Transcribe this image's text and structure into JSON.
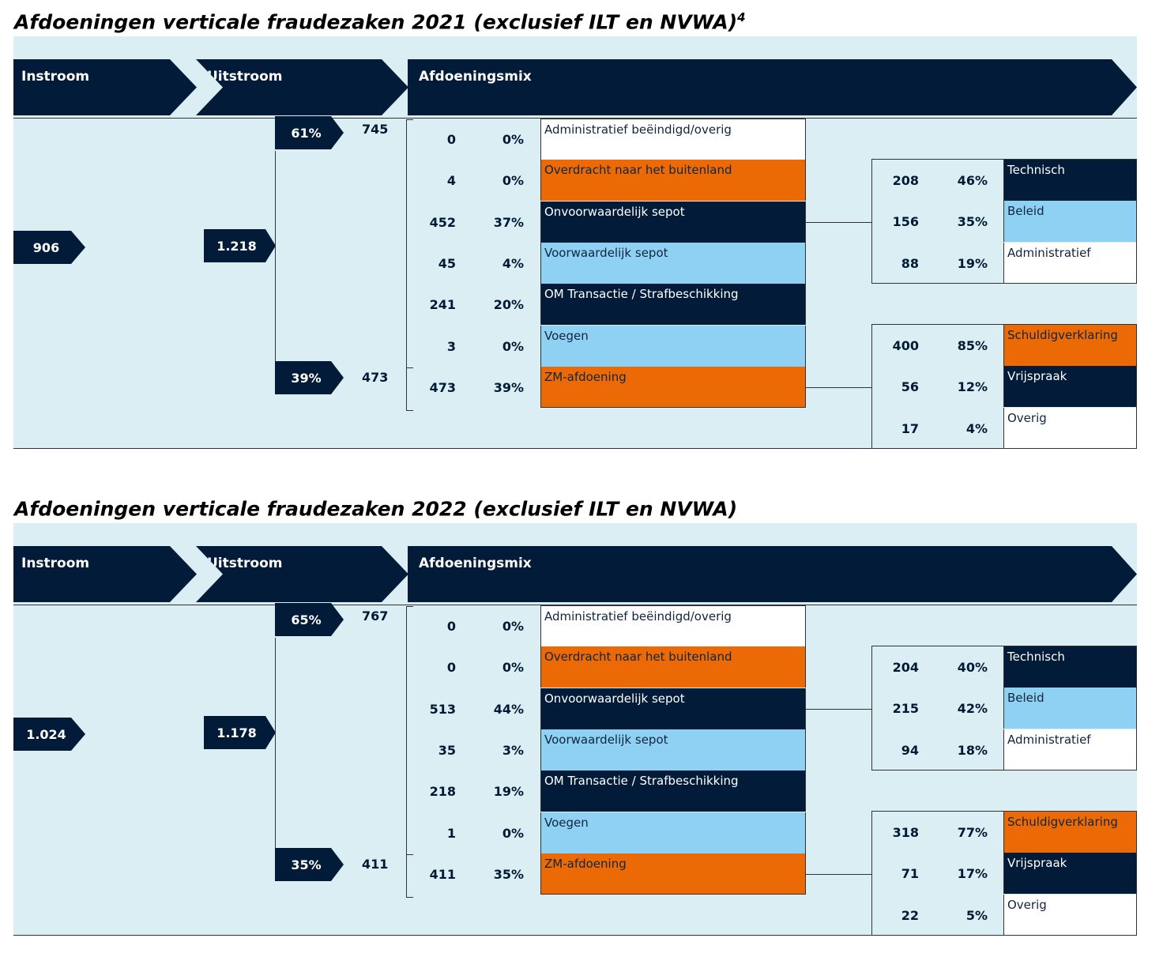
{
  "colors": {
    "dark": "#021b38",
    "orange": "#eb6a06",
    "light": "#8fd1f2",
    "white": "#ffffff",
    "background": "#dbeef4"
  },
  "headers": {
    "instroom": "Instroom",
    "uitstroom": "Uitstroom",
    "afdoeningsmix": "Afdoeningsmix"
  },
  "mix_labels": [
    "Administratief beëindigd/overig",
    "Overdracht naar het buitenland",
    "Onvoorwaardelijk sepot",
    "Voorwaardelijk sepot",
    "OM Transactie / Strafbeschikking",
    "Voegen",
    "ZM-afdoening"
  ],
  "sepot_labels": [
    "Technisch",
    "Beleid",
    "Administratief"
  ],
  "zm_labels": [
    "Schuldigverklaring",
    "Vrijspraak",
    "Overig"
  ],
  "sections": [
    {
      "title": "Afdoeningen verticale fraudezaken 2021 (exclusief ILT en NVWA)",
      "footnote": "4",
      "instroom": "906",
      "uitstroom": "1.218",
      "top_pct": "61%",
      "top_value": "745",
      "bottom_pct": "39%",
      "bottom_value": "473",
      "mix": [
        {
          "value": "0",
          "pct": "0%"
        },
        {
          "value": "4",
          "pct": "0%"
        },
        {
          "value": "452",
          "pct": "37%"
        },
        {
          "value": "45",
          "pct": "4%"
        },
        {
          "value": "241",
          "pct": "20%"
        },
        {
          "value": "3",
          "pct": "0%"
        },
        {
          "value": "473",
          "pct": "39%"
        }
      ],
      "sepot": [
        {
          "value": "208",
          "pct": "46%"
        },
        {
          "value": "156",
          "pct": "35%"
        },
        {
          "value": "88",
          "pct": "19%"
        }
      ],
      "zm": [
        {
          "value": "400",
          "pct": "85%"
        },
        {
          "value": "56",
          "pct": "12%"
        },
        {
          "value": "17",
          "pct": "4%"
        }
      ]
    },
    {
      "title": "Afdoeningen verticale fraudezaken 2022 (exclusief ILT en NVWA)",
      "footnote": "",
      "instroom": "1.024",
      "uitstroom": "1.178",
      "top_pct": "65%",
      "top_value": "767",
      "bottom_pct": "35%",
      "bottom_value": "411",
      "mix": [
        {
          "value": "0",
          "pct": "0%"
        },
        {
          "value": "0",
          "pct": "0%"
        },
        {
          "value": "513",
          "pct": "44%"
        },
        {
          "value": "35",
          "pct": "3%"
        },
        {
          "value": "218",
          "pct": "19%"
        },
        {
          "value": "1",
          "pct": "0%"
        },
        {
          "value": "411",
          "pct": "35%"
        }
      ],
      "sepot": [
        {
          "value": "204",
          "pct": "40%"
        },
        {
          "value": "215",
          "pct": "42%"
        },
        {
          "value": "94",
          "pct": "18%"
        }
      ],
      "zm": [
        {
          "value": "318",
          "pct": "77%"
        },
        {
          "value": "71",
          "pct": "17%"
        },
        {
          "value": "22",
          "pct": "5%"
        }
      ]
    }
  ]
}
